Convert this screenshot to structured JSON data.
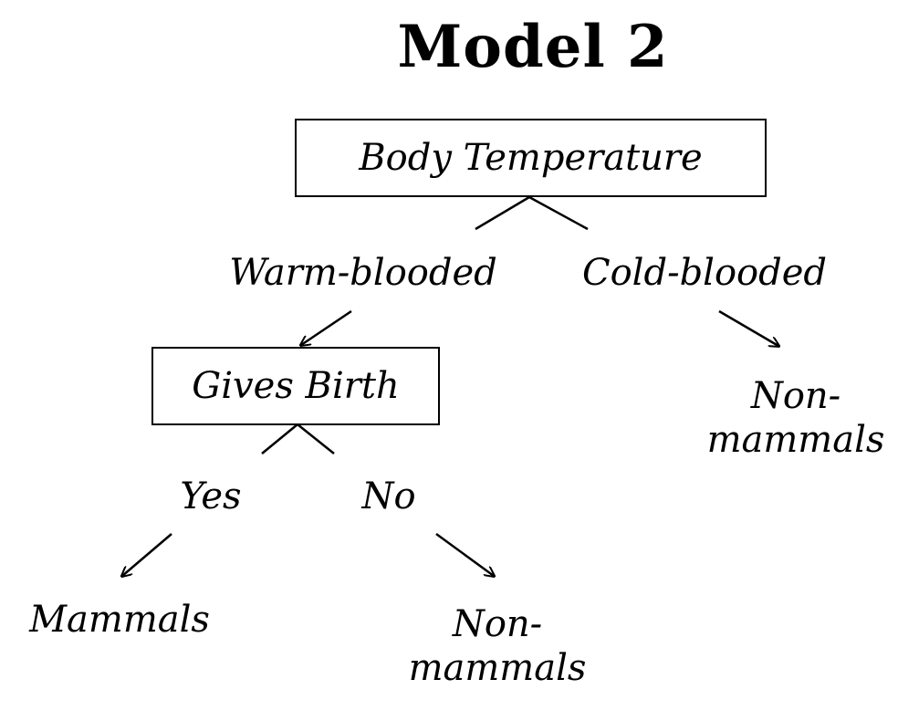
{
  "title": "Model 2",
  "root": {
    "label": "Body Temperature",
    "branches": {
      "left": "Warm-blooded",
      "right": "Cold-blooded"
    }
  },
  "child_node": {
    "label": "Gives Birth",
    "branches": {
      "left": "Yes",
      "right": "No"
    }
  },
  "leaves": {
    "cold_outcome_line1": "Non-",
    "cold_outcome_line2": "mammals",
    "yes_outcome": "Mammals",
    "no_outcome_line1": "Non-",
    "no_outcome_line2": "mammals"
  }
}
